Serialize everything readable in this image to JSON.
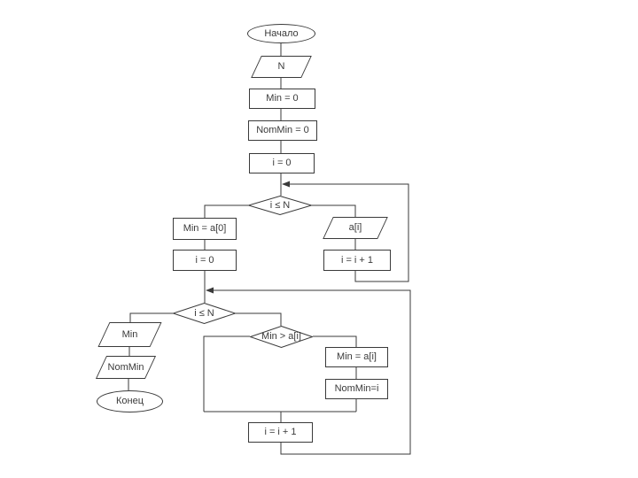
{
  "meta": {
    "background_color": "#ffffff",
    "line_color": "#3a3a3a",
    "text_color": "#3a3a3a",
    "language": "Russian"
  },
  "diagram": {
    "kind": "flowchart",
    "nodes": {
      "start": {
        "shape": "terminator",
        "label": "Начало"
      },
      "input_n": {
        "shape": "io",
        "label": "N"
      },
      "min_0": {
        "shape": "process",
        "label": "Min = 0"
      },
      "nommin_0": {
        "shape": "process",
        "label": "NomMin = 0"
      },
      "i_0": {
        "shape": "process",
        "label": "i = 0"
      },
      "loop1": {
        "shape": "decision",
        "label": "i ≤ N"
      },
      "min_a0": {
        "shape": "process",
        "label": "Min = a[0]"
      },
      "i_0_b": {
        "shape": "process",
        "label": "i = 0"
      },
      "input_ai": {
        "shape": "io",
        "label": "a[i]"
      },
      "inc_1": {
        "shape": "process",
        "label": "i = i + 1"
      },
      "loop2": {
        "shape": "decision",
        "label": "i ≤ N"
      },
      "out_min": {
        "shape": "io",
        "label": "Min"
      },
      "out_nommin": {
        "shape": "io",
        "label": "NomMin"
      },
      "end": {
        "shape": "terminator",
        "label": "Конец"
      },
      "compare": {
        "shape": "decision",
        "label": "Min > a[i]"
      },
      "min_ai": {
        "shape": "process",
        "label": "Min = a[i]"
      },
      "nommin_i": {
        "shape": "process",
        "label": "NomMin=i"
      },
      "inc_2": {
        "shape": "process",
        "label": "i = i + 1"
      }
    },
    "edges": [
      "start → input_n",
      "input_n → min_0",
      "min_0 → nommin_0",
      "nommin_0 → i_0",
      "i_0 → loop1",
      "loop1 (left) → min_a0",
      "min_a0 → i_0_b",
      "i_0_b → loop2",
      "loop1 (right) → input_ai",
      "input_ai → inc_1",
      "inc_1 → loop1 (loop back, arrow)",
      "loop2 (left) → out_min",
      "out_min → out_nommin",
      "out_nommin → end",
      "loop2 (right) → compare",
      "compare (right) → min_ai",
      "min_ai → nommin_i",
      "compare (left) → merge",
      "nommin_i → merge",
      "merge → inc_2",
      "inc_2 → loop2 (loop back, arrow)"
    ]
  }
}
